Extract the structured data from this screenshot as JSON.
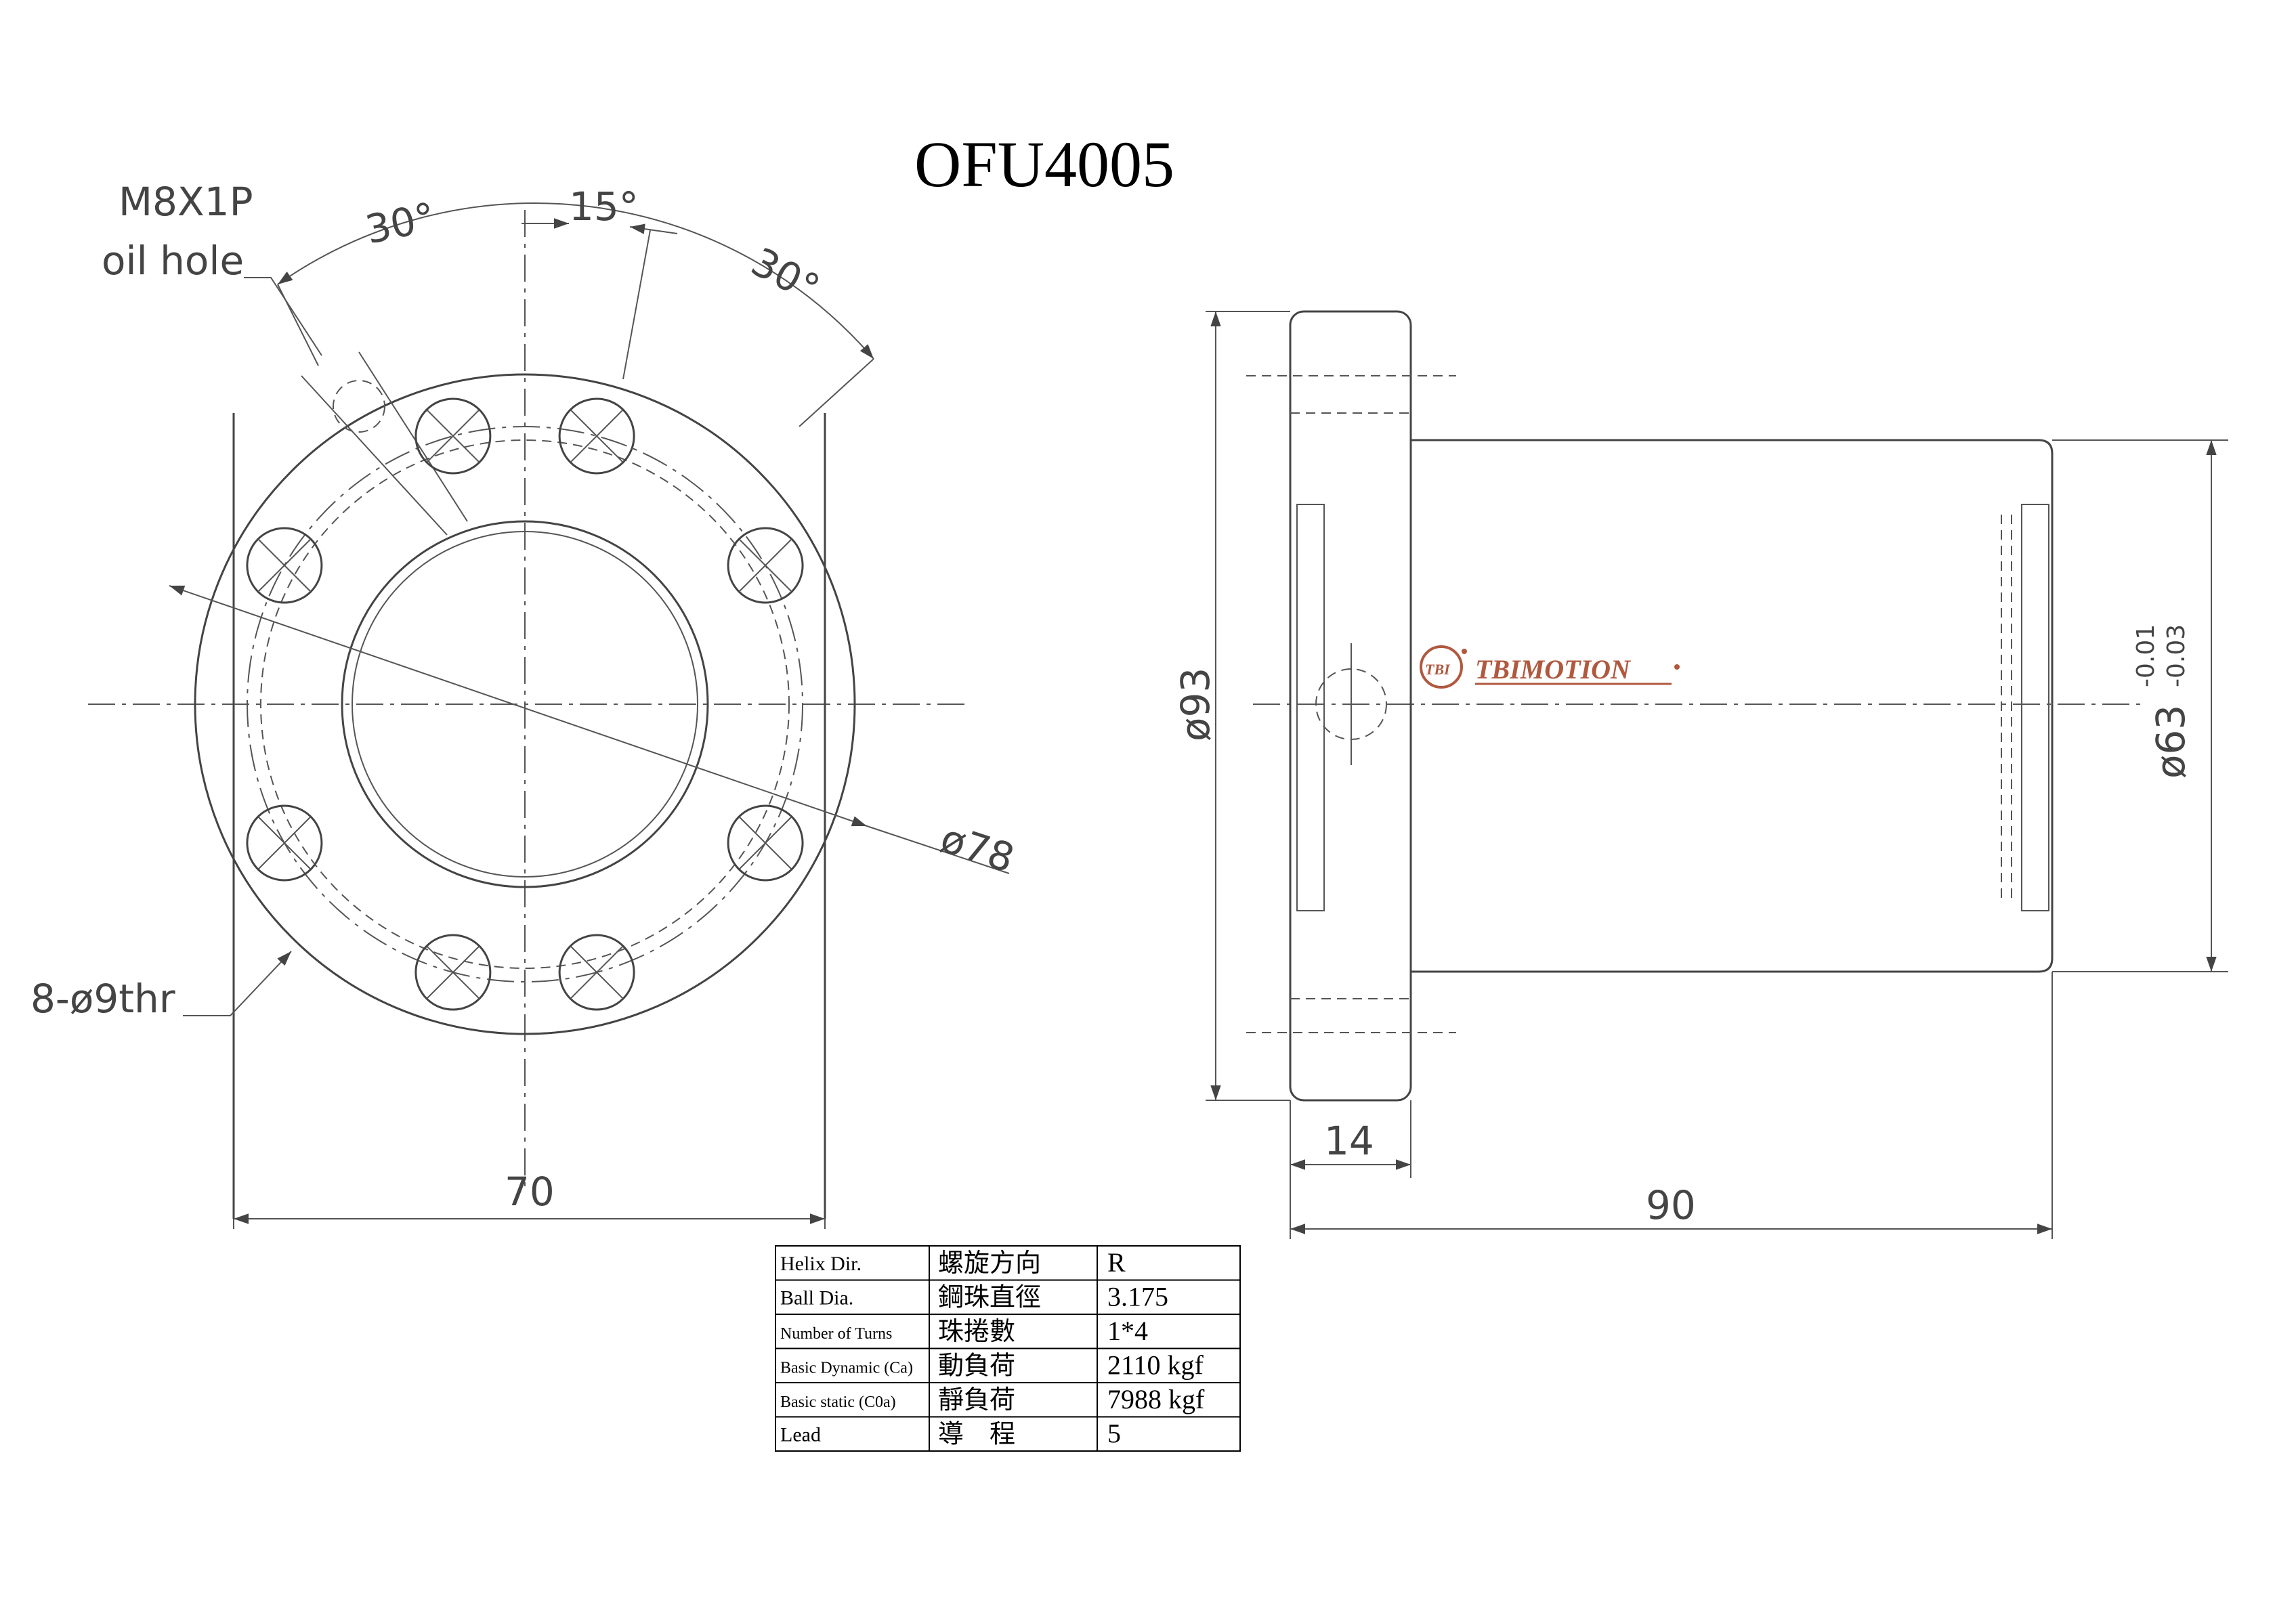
{
  "title": "OFU4005",
  "front_view": {
    "oil_hole_line1": "M8X1P",
    "oil_hole_line2": "oil hole",
    "angle_left": "30°",
    "angle_mid": "15°",
    "angle_right": "30°",
    "pcd": "ø78",
    "bolt_holes": "8-ø9thr",
    "width": "70"
  },
  "side_view": {
    "flange_dia": "ø93",
    "body_dia": "ø63",
    "tol_upper": "-0.01",
    "tol_lower": "-0.03",
    "flange_thickness": "14",
    "length": "90",
    "logo_text": "TBIMOTION",
    "logo_mark": "TBI"
  },
  "spec_table": {
    "rows": [
      {
        "en": "Helix  Dir.",
        "zh": "螺旋方向",
        "value": "R"
      },
      {
        "en": "Ball Dia.",
        "zh": "鋼珠直徑",
        "value": "3.175"
      },
      {
        "en": "Number of Turns",
        "zh": "珠捲數",
        "value": "1*4"
      },
      {
        "en": "Basic Dynamic (Ca)",
        "zh": "動負荷",
        "value": "2110 kgf"
      },
      {
        "en": "Basic static (C0a)",
        "zh": "靜負荷",
        "value": "7988 kgf"
      },
      {
        "en": "Lead",
        "zh": "導　程",
        "value": "5"
      }
    ]
  },
  "colors": {
    "line": "#444444",
    "logo": "#b0593f"
  }
}
